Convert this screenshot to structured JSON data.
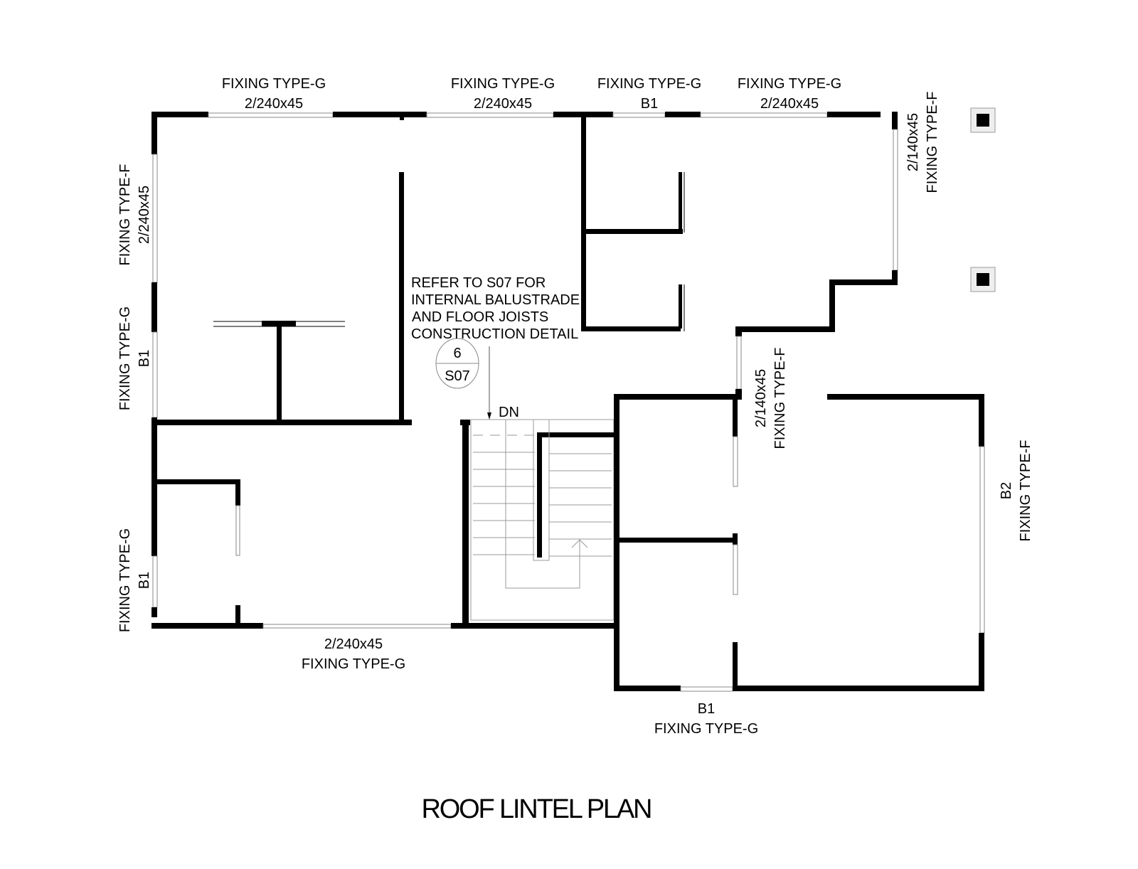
{
  "title": "ROOF LINTEL PLAN",
  "note": {
    "lines": [
      "REFER TO S07 FOR",
      "INTERNAL BALUSTRADE",
      "AND FLOOR JOISTS",
      "CONSTRUCTION DETAIL"
    ],
    "callout_number": "6",
    "callout_sheet": "S07",
    "stair_direction": "DN"
  },
  "labels": {
    "top1": {
      "type": "FIXING TYPE-G",
      "size": "2/240x45"
    },
    "top2": {
      "type": "FIXING TYPE-G",
      "size": "2/240x45"
    },
    "top3": {
      "type": "FIXING TYPE-G",
      "size": "B1"
    },
    "top4": {
      "type": "FIXING TYPE-G",
      "size": "2/240x45"
    },
    "right_top": {
      "type": "FIXING TYPE-F",
      "size": "2/140x45"
    },
    "left1": {
      "type": "FIXING TYPE-F",
      "size": "2/240x45"
    },
    "left2": {
      "type": "FIXING TYPE-G",
      "size": "B1"
    },
    "left3": {
      "type": "FIXING TYPE-G",
      "size": "B1"
    },
    "mid": {
      "type": "FIXING TYPE-F",
      "size": "2/140x45"
    },
    "right": {
      "type": "FIXING TYPE-F",
      "size": "B2"
    },
    "bottom1": {
      "type": "FIXING TYPE-G",
      "size": "2/240x45"
    },
    "bottom2": {
      "type": "FIXING TYPE-G",
      "size": "B1"
    }
  }
}
